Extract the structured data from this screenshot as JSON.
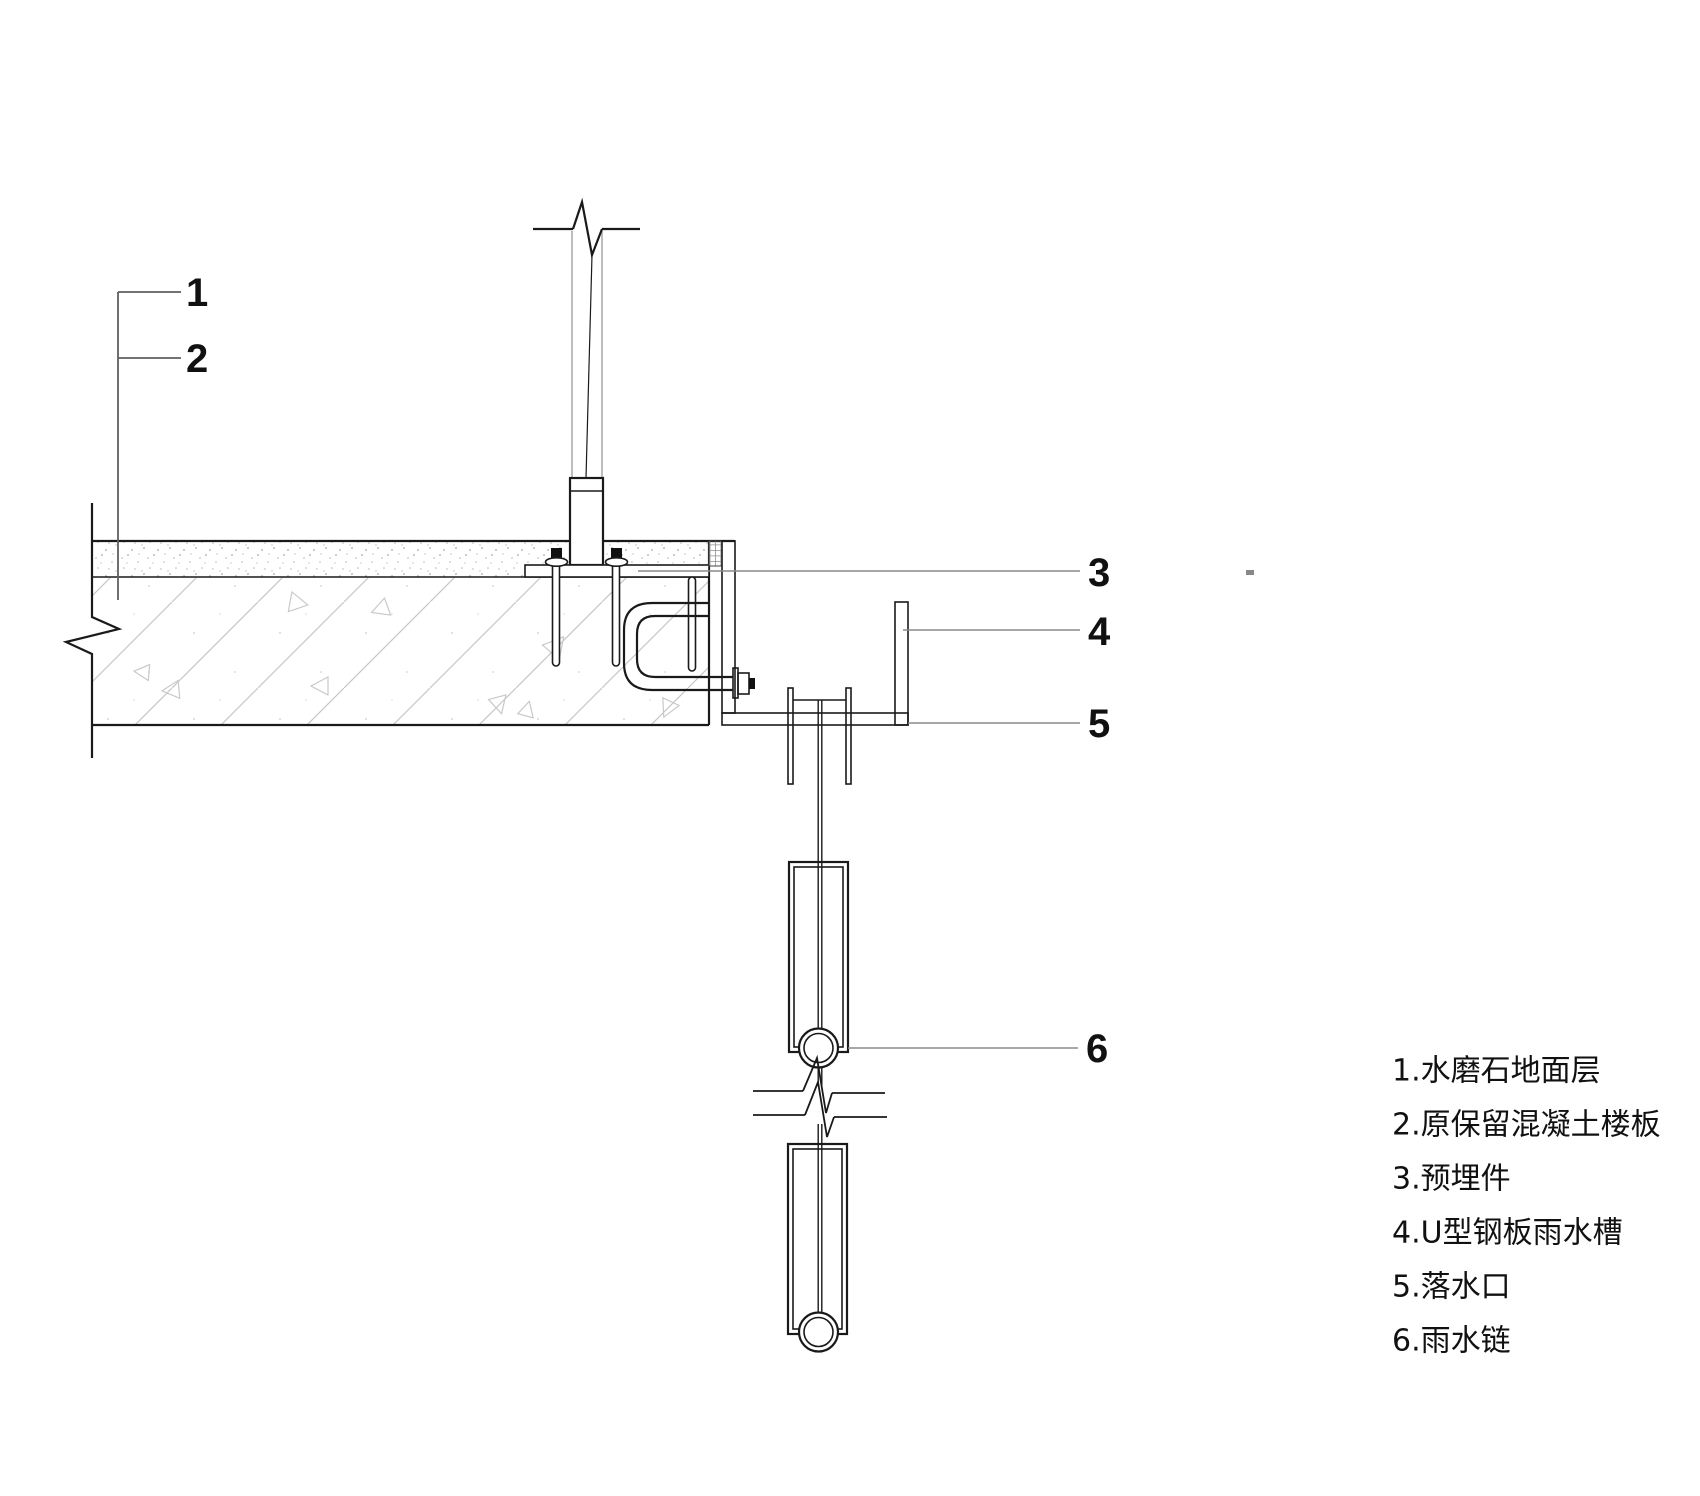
{
  "drawing": {
    "type": "architectural-section-detail",
    "subject": "floor-slab-edge-with-rain-gutter-and-rain-chain"
  },
  "colors": {
    "line": "#1a1a1a",
    "leader_gray": "#8a8a8a",
    "leader_dark": "#5f5f5f",
    "post_edge_gray": "#bdbdbd",
    "concrete_hatch": "#c6c6c6",
    "background": "#ffffff"
  },
  "callouts": {
    "n1": "1",
    "n2": "2",
    "n3": "3",
    "n4": "4",
    "n5": "5",
    "n6": "6"
  },
  "legend": {
    "items": [
      "1.水磨石地面层",
      "2.原保留混凝土楼板",
      "3.预埋件",
      "4.U型钢板雨水槽",
      "5.落水口",
      "6.雨水链"
    ]
  }
}
